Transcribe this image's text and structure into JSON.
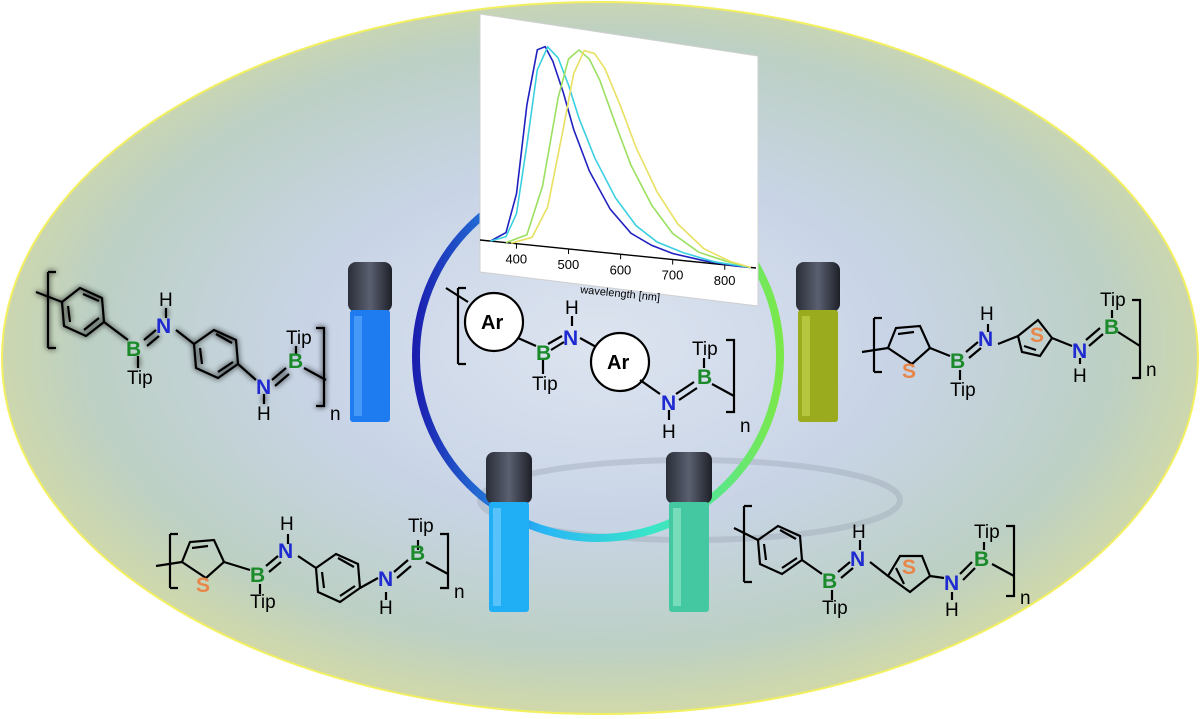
{
  "colors": {
    "boron": "#1a8a2a",
    "nitrogen": "#1f2ad0",
    "sulfur": "#e8864a",
    "ring_gradient": [
      "#1b1fb0",
      "#29b6f6",
      "#39e6c8",
      "#7be84a"
    ],
    "spectra": [
      "#2020c0",
      "#3ad0e0",
      "#9be060",
      "#e8e060"
    ],
    "vials": [
      "#1f7cf0",
      "#20b0ff",
      "#40c8a0",
      "#a8b820"
    ]
  },
  "center_structure": {
    "ring1": "Ar",
    "ring2": "Ar",
    "B1": "B",
    "N1": "N",
    "H1": "H",
    "Tip1": "Tip",
    "N2": "N",
    "H2": "H",
    "B2": "B",
    "Tip2": "Tip",
    "n": "n"
  },
  "polymers": {
    "top_left": {
      "B1": "B",
      "N1": "N",
      "H1": "H",
      "Tip1": "Tip",
      "N2": "N",
      "H2": "H",
      "B2": "B",
      "Tip2": "Tip",
      "n": "n"
    },
    "top_right": {
      "S1": "S",
      "S2": "S",
      "B1": "B",
      "N1": "N",
      "H1": "H",
      "Tip1": "Tip",
      "N2": "N",
      "H2": "H",
      "B2": "B",
      "Tip2": "Tip",
      "n": "n"
    },
    "bottom_left": {
      "S1": "S",
      "B1": "B",
      "N1": "N",
      "H1": "H",
      "Tip1": "Tip",
      "N2": "N",
      "H2": "H",
      "B2": "B",
      "Tip2": "Tip",
      "n": "n"
    },
    "bottom_right": {
      "S1": "S",
      "B1": "B",
      "N1": "N",
      "H1": "H",
      "Tip1": "Tip",
      "N2": "N",
      "H2": "H",
      "B2": "B",
      "Tip2": "Tip",
      "n": "n"
    }
  },
  "chart_data": {
    "type": "line",
    "xlabel": "wavelength [nm]",
    "ylabel": "",
    "xlim": [
      330,
      860
    ],
    "ylim": [
      0,
      1.05
    ],
    "x_ticks": [
      "400",
      "500",
      "600",
      "700",
      "800"
    ],
    "grid": false,
    "series": [
      {
        "color": "#2020c0",
        "x": [
          350,
          380,
          400,
          420,
          440,
          455,
          470,
          490,
          510,
          540,
          580,
          620,
          660,
          700,
          760,
          820,
          850
        ],
        "values": [
          0.0,
          0.05,
          0.25,
          0.7,
          0.98,
          1.0,
          0.93,
          0.78,
          0.6,
          0.4,
          0.22,
          0.11,
          0.06,
          0.03,
          0.01,
          0.0,
          0.0
        ]
      },
      {
        "color": "#3ad0e0",
        "x": [
          350,
          380,
          400,
          420,
          440,
          460,
          480,
          500,
          520,
          550,
          590,
          630,
          670,
          720,
          780,
          850
        ],
        "values": [
          0.0,
          0.03,
          0.15,
          0.5,
          0.88,
          1.0,
          0.95,
          0.82,
          0.66,
          0.47,
          0.28,
          0.15,
          0.08,
          0.04,
          0.01,
          0.0
        ]
      },
      {
        "color": "#9be060",
        "x": [
          380,
          420,
          450,
          480,
          500,
          520,
          540,
          560,
          590,
          620,
          660,
          700,
          750,
          800,
          850
        ],
        "values": [
          0.0,
          0.05,
          0.3,
          0.75,
          0.95,
          1.0,
          0.96,
          0.86,
          0.65,
          0.45,
          0.26,
          0.13,
          0.05,
          0.02,
          0.0
        ]
      },
      {
        "color": "#e8e060",
        "x": [
          390,
          430,
          460,
          490,
          510,
          530,
          550,
          570,
          600,
          630,
          670,
          710,
          760,
          810,
          850
        ],
        "values": [
          0.0,
          0.04,
          0.2,
          0.6,
          0.88,
          1.0,
          0.99,
          0.92,
          0.74,
          0.54,
          0.33,
          0.18,
          0.07,
          0.02,
          0.0
        ]
      }
    ]
  }
}
